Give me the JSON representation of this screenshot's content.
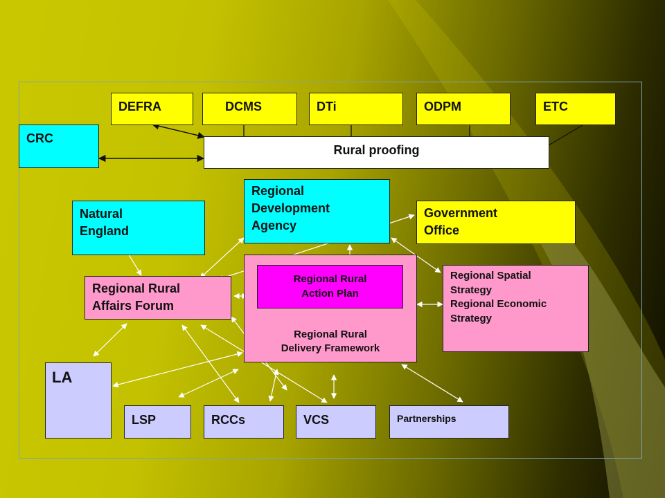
{
  "top_bodies": {
    "defra": "DEFRA",
    "dcms": "DCMS",
    "dti": "DTi",
    "odpm": "ODPM",
    "etc": "ETC"
  },
  "crc": "CRC",
  "rural_proofing": "Rural proofing",
  "rda": {
    "line1": "Regional",
    "line2": "Development",
    "line3": "Agency"
  },
  "natural_england": {
    "line1": "Natural",
    "line2": "England"
  },
  "government_office": {
    "line1": "Government",
    "line2": "Office"
  },
  "rraf": {
    "line1": "Regional Rural",
    "line2": "Affairs Forum"
  },
  "rrap": {
    "line1": "Regional Rural",
    "line2": "Action Plan"
  },
  "rrdf": {
    "line1": "Regional Rural",
    "line2": "Delivery Framework"
  },
  "strategies": {
    "line1": "Regional Spatial",
    "line2": "Strategy",
    "line3": "Regional Economic",
    "line4": "Strategy"
  },
  "la": "LA",
  "lsp": "LSP",
  "rccs": "RCCs",
  "vcs": "VCS",
  "partnerships": "Partnerships",
  "colors": {
    "yellow": "#ffff00",
    "cyan": "#00ffff",
    "pink": "#ff99cc",
    "magenta": "#ff00ff",
    "lavender": "#ccccff",
    "white": "#ffffff"
  }
}
